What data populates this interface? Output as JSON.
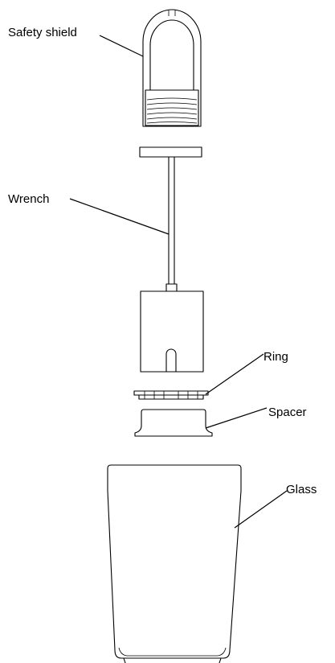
{
  "labels": {
    "safety_shield": "Safety shield",
    "wrench": "Wrench",
    "ring": "Ring",
    "spacer": "Spacer",
    "glass": "Glass"
  }
}
